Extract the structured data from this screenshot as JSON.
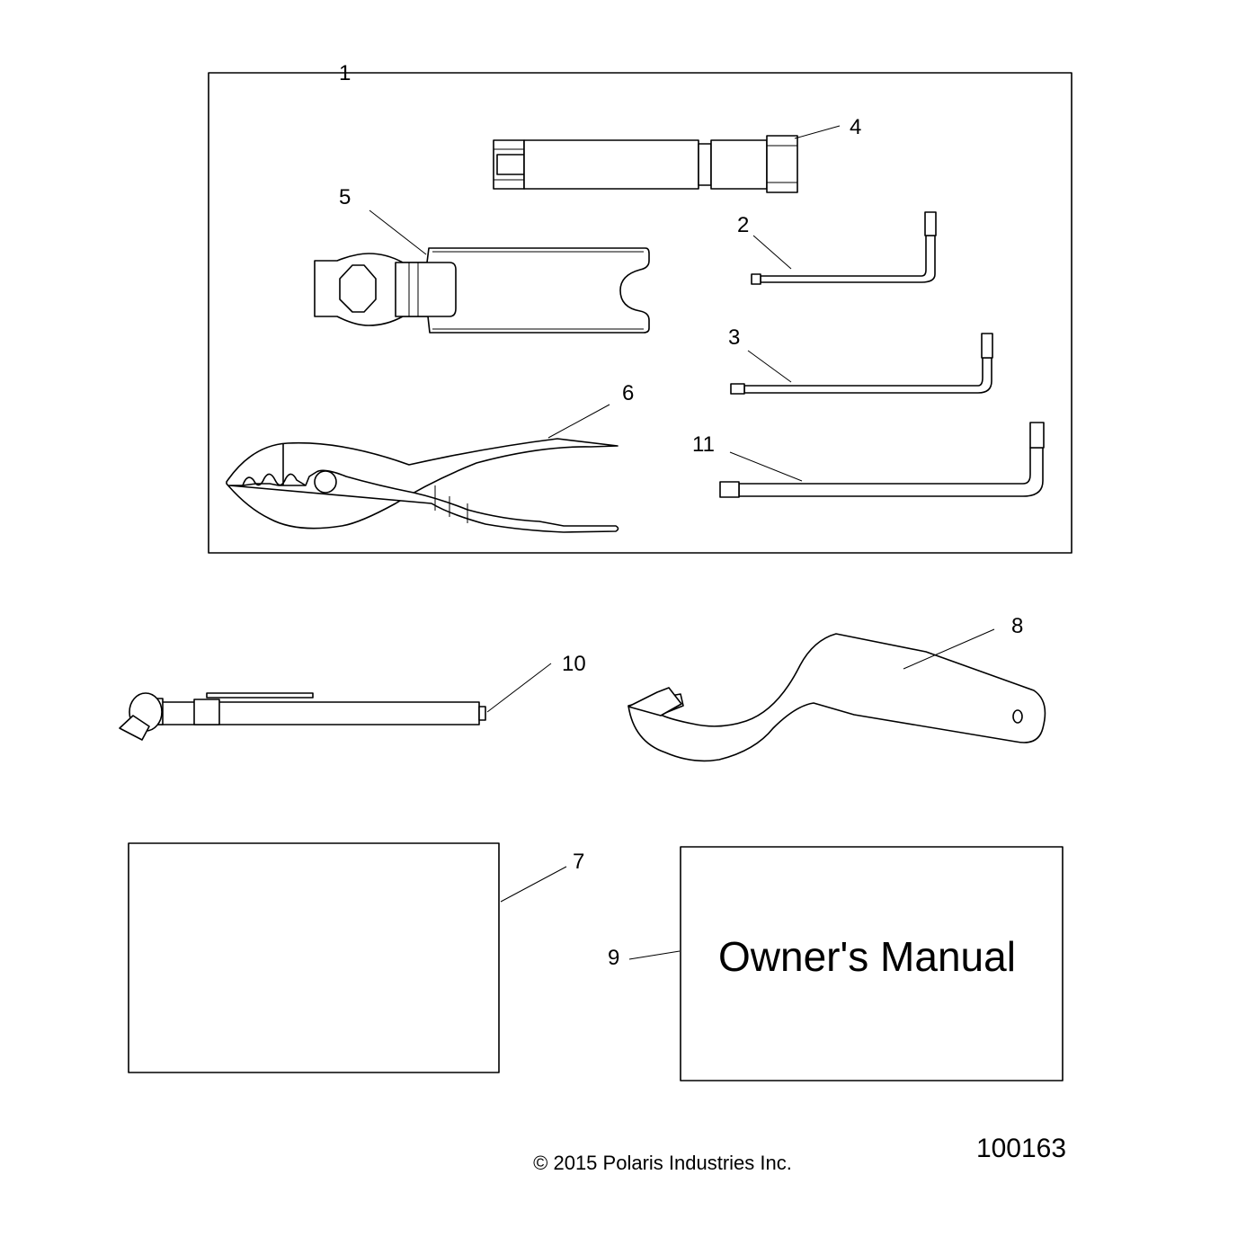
{
  "callouts": {
    "c1": "1",
    "c2": "2",
    "c3": "3",
    "c4": "4",
    "c5": "5",
    "c6": "6",
    "c7": "7",
    "c8": "8",
    "c9": "9",
    "c10": "10",
    "c11": "11"
  },
  "manual": {
    "title": "Owner's Manual"
  },
  "footer": {
    "copyright": "© 2015 Polaris Industries Inc.",
    "diagram_number": "100163"
  }
}
